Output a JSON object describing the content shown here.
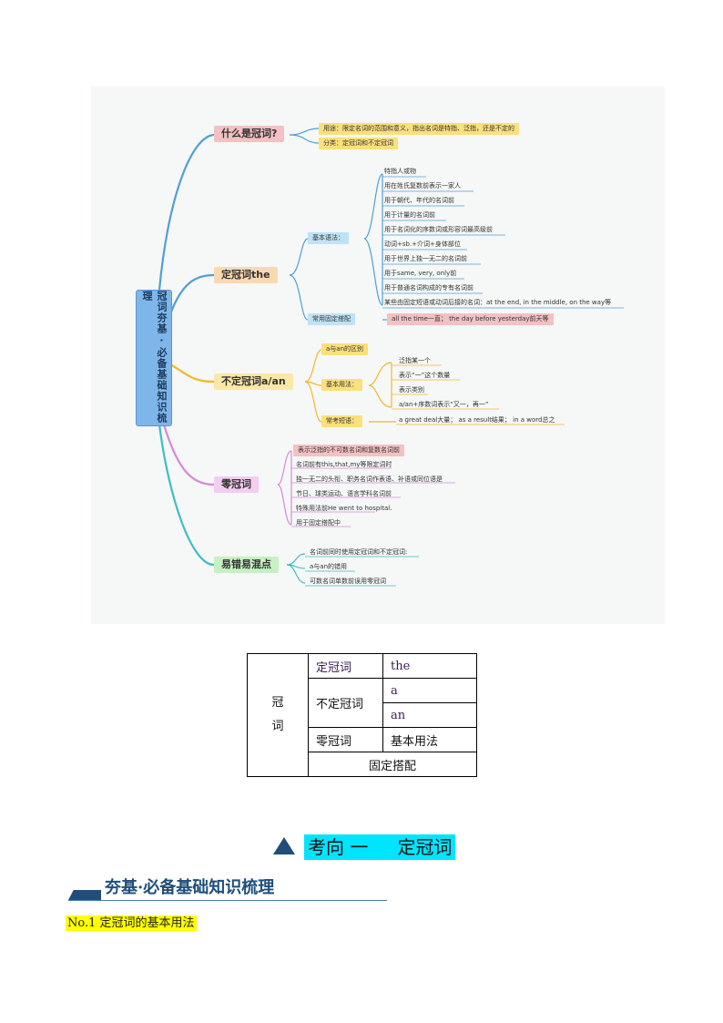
{
  "mindmap": {
    "root": "冠词夯基·必备基础知识梳理",
    "branches": [
      {
        "label": "什么是冠词?",
        "items": [
          "用途：限定名词的范围和意义，指出名词是特指、泛指，还是不定的",
          "分类：定冠词和不定冠词"
        ]
      },
      {
        "label": "定冠词the",
        "basic_label": "基本语法：",
        "basic_items": [
          "特指人或物",
          "用在姓氏复数前表示一家人",
          "用于朝代、年代的名词前",
          "用于计量的名词前",
          "用于名词化的序数词或形容词最高级前",
          "动词+sb.+介词+身体部位",
          "用于世界上独一无二的名词前",
          "用于same, very, only前",
          "用于普通名词构成的专有名词前",
          "某些由固定短语或动词后接的名词：at the end, in the middle, on the way等"
        ],
        "fixed_label": "常用固定搭配",
        "fixed_item": "all the time一直；  the day before yesterday前天等"
      },
      {
        "label": "不定冠词a/an",
        "diff_label": "a与an的区别",
        "basic_label": "基本用法：",
        "basic_items": [
          "泛指某一个",
          "表示“一”这个数量",
          "表示类别",
          "a/an+序数词表示“又一，再一”"
        ],
        "phrase_label": "常考短语：",
        "phrase_item": "a great deal大量；  as a result结果；   in a word总之"
      },
      {
        "label": "零冠词",
        "items": [
          "表示泛指的不可数名词和复数名词前",
          "名词前有this,that,my等限定词时",
          "独一无二的头衔、职务名词作表语、补语或同位语是",
          "节日、球类运动、语言学科名词前",
          "特殊用法前He went to hospital.",
          "用于固定搭配中"
        ]
      },
      {
        "label": "易错易混点",
        "items": [
          "名词前同时使用定冠词和不定冠词:",
          "a与an的错用",
          "可数名词单数前误用零冠词"
        ]
      }
    ]
  },
  "summary_table": {
    "root_chars": [
      "冠",
      "词"
    ],
    "definite": "定冠词",
    "the": "the",
    "indefinite": "不定冠词",
    "a": "a",
    "an": "an",
    "zero": "零冠词",
    "basic_usage": "基本用法",
    "fixed": "固定搭配"
  },
  "section": {
    "title_left": "考向  一",
    "title_right": "定冠词",
    "heading": "夯基·必备基础知识梳理",
    "subheading": "No.1  定冠词的基本用法"
  },
  "colors": {
    "accent_blue": "#1f4e79",
    "highlight_cyan": "#00e5ff",
    "highlight_yellow": "#ffff00"
  }
}
